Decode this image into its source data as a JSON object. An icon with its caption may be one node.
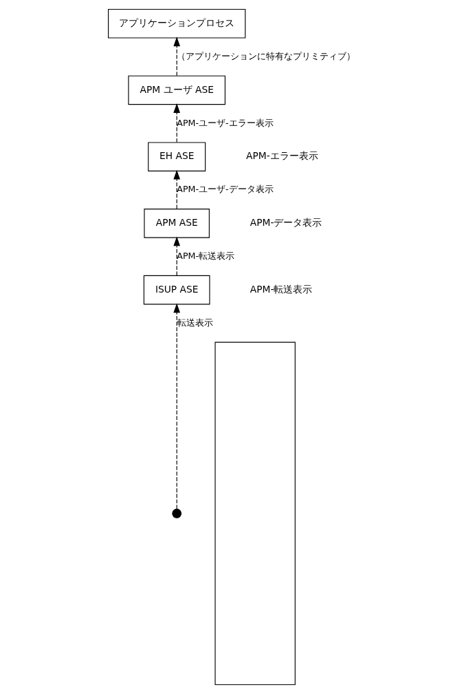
{
  "diagram": {
    "nodes": [
      {
        "text": [
          "アプリケーションプロセス"
        ]
      },
      {
        "text": [],
        "shape": "box"
      },
      {
        "text": [
          "APM ユーザ ASE"
        ]
      },
      {
        "text": [
          "EH ASE"
        ]
      },
      {
        "text": [
          "APM ASE"
        ]
      },
      {
        "text": [
          "ISUP ASE"
        ]
      },
      {
        "text": [],
        "shape": "circle"
      }
    ],
    "edges": [
      {
        "from": 6,
        "to": 5,
        "arrow": "to",
        "style": "dashed",
        "label": "転送表示"
      },
      {
        "from": 5,
        "to": 4,
        "arrow": "to",
        "style": "dashed",
        "label": "APM-転送表示"
      },
      {
        "from": 4,
        "to": 3,
        "arrow": "to",
        "style": "dashed",
        "label": "APM-ユーザ-データ表示"
      },
      {
        "from": 3,
        "to": 2,
        "arrow": "to",
        "style": "dashed",
        "label": "APM-ユーザ-エラー表示"
      },
      {
        "from": 2,
        "to": 0,
        "arrow": "to",
        "style": "dashed",
        "label": "（アプリケーションに特有なプリミティブ）"
      }
    ],
    "labels": [
      "APM-エラー表示",
      "APM-データ表示",
      "APM-転送表示"
    ]
  }
}
